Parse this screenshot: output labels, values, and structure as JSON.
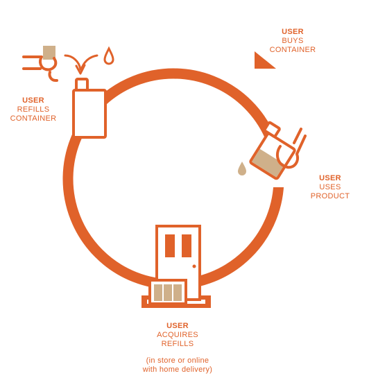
{
  "colors": {
    "accent": "#e0622a",
    "tan": "#cfb08a",
    "background": "#ffffff"
  },
  "steps": {
    "buys": {
      "actor": "USER",
      "line1": "BUYS",
      "line2": "CONTAINER",
      "icon": "triangle-container-icon"
    },
    "uses": {
      "actor": "USER",
      "line1": "USES",
      "line2": "PRODUCT",
      "icon": "hand-pouring-container-icon"
    },
    "acquires": {
      "actor": "USER",
      "line1": "ACQUIRES",
      "line2": "REFILLS",
      "icon": "store-door-icon",
      "note_line1": "(in store or online",
      "note_line2": "with home delivery)"
    },
    "refills": {
      "actor": "USER",
      "line1": "REFILLS",
      "line2": "CONTAINER",
      "icon": "hand-refill-container-icon"
    }
  }
}
